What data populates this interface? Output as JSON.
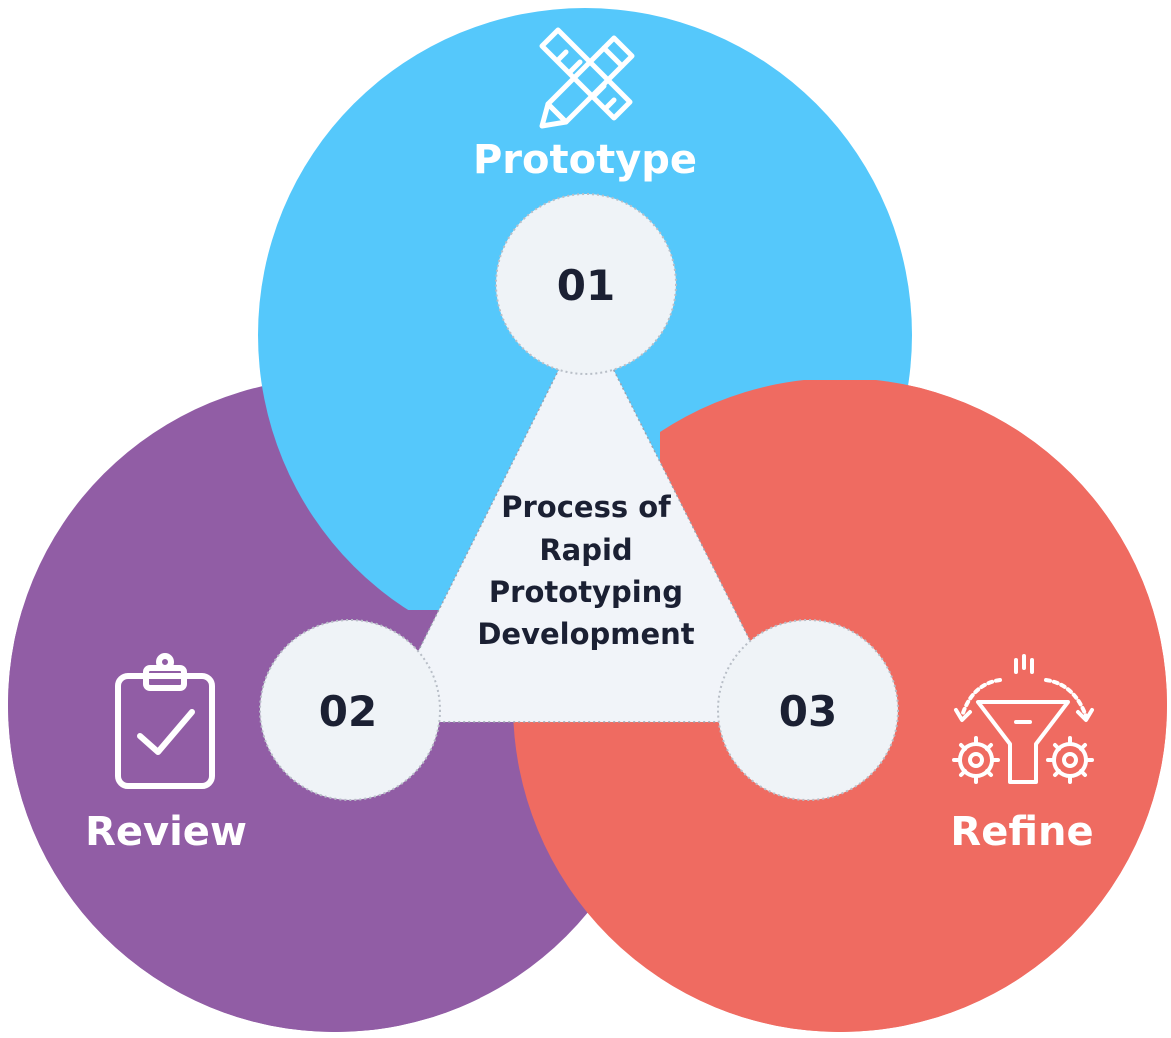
{
  "center_label": [
    "Process of",
    "Rapid",
    "Prototyping",
    "Development"
  ],
  "stages": [
    {
      "number": "01",
      "label": "Prototype",
      "color": "#55C8FB",
      "icon": "pencil-ruler-icon"
    },
    {
      "number": "02",
      "label": "Review",
      "color": "#915DA5",
      "icon": "clipboard-check-icon"
    },
    {
      "number": "03",
      "label": "Refine",
      "color": "#EF6B61",
      "icon": "funnel-gears-icon"
    }
  ],
  "colors": {
    "background": "#FFFFFF",
    "node_fill": "#EFF3F7",
    "triangle_fill": "#F1F4F9",
    "dark_text": "#1B2033",
    "light_text": "#FFFFFF"
  }
}
